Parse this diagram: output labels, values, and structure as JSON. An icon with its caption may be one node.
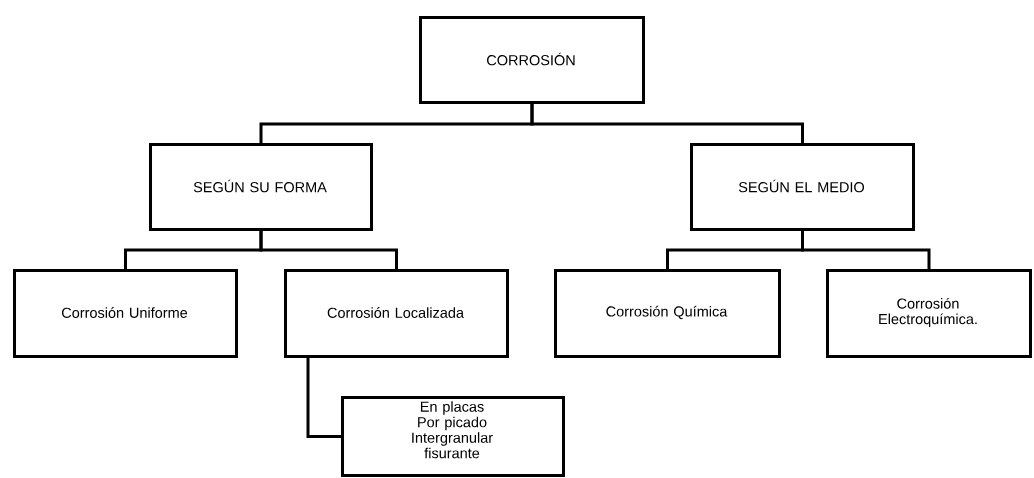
{
  "diagram": {
    "nodes": [
      {
        "text": [
          "CORROSIÓN"
        ]
      },
      {
        "text": [
          "SEGÚN SU FORMA"
        ]
      },
      {
        "text": [
          "SEGÚN EL MEDIO"
        ]
      },
      {
        "text": [
          "Corrosión Uniforme"
        ]
      },
      {
        "text": [
          "Corrosión Localizada"
        ]
      },
      {
        "text": [
          "Corrosión Química"
        ]
      },
      {
        "text": [
          "Corrosión Electroquímica."
        ]
      },
      {
        "text": [
          "En placas",
          "Por picado",
          "Intergranular",
          "fisurante"
        ]
      }
    ],
    "edges": [
      {
        "from": 0,
        "to": 1,
        "arrow": "none"
      },
      {
        "from": 0,
        "to": 2,
        "arrow": "none"
      },
      {
        "from": 1,
        "to": 3,
        "arrow": "none"
      },
      {
        "from": 1,
        "to": 4,
        "arrow": "none"
      },
      {
        "from": 2,
        "to": 5,
        "arrow": "none"
      },
      {
        "from": 2,
        "to": 6,
        "arrow": "none"
      },
      {
        "from": 4,
        "to": 7,
        "arrow": "none"
      }
    ]
  }
}
